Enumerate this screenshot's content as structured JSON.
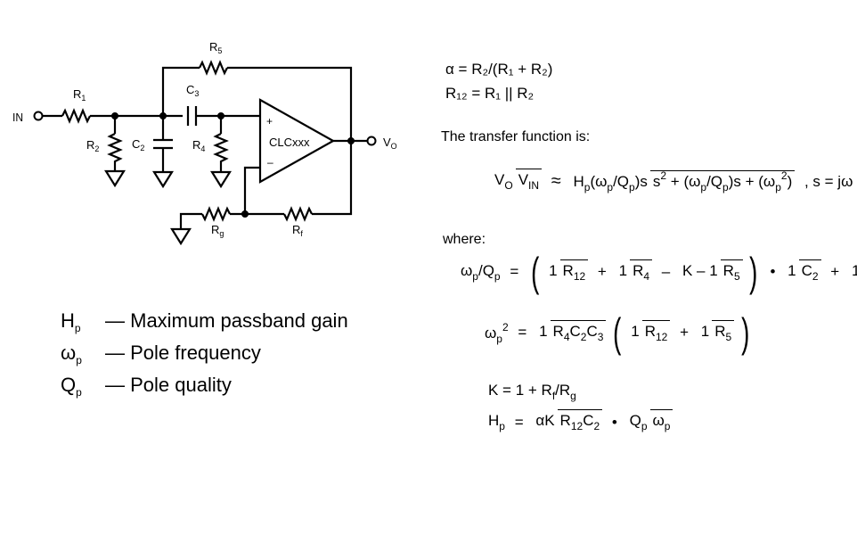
{
  "circuit": {
    "input_label": "IN",
    "output_label": "V",
    "output_sub": "O",
    "opamp_label": "CLCxxx",
    "opamp_plus": "+",
    "opamp_minus": "–",
    "components": {
      "R1": {
        "main": "R",
        "sub": "1"
      },
      "R2": {
        "main": "R",
        "sub": "2"
      },
      "C2": {
        "main": "C",
        "sub": "2"
      },
      "C3": {
        "main": "C",
        "sub": "3"
      },
      "R4": {
        "main": "R",
        "sub": "4"
      },
      "R5": {
        "main": "R",
        "sub": "5"
      },
      "Rg": {
        "main": "R",
        "sub": "g"
      },
      "Rf": {
        "main": "R",
        "sub": "f"
      }
    }
  },
  "legend": [
    {
      "sym": "H",
      "sub": "p",
      "desc": "— Maximum passband gain"
    },
    {
      "sym": "ω",
      "sub": "p",
      "desc": "— Pole frequency"
    },
    {
      "sym": "Q",
      "sub": "p",
      "desc": "— Pole quality"
    }
  ],
  "equations": {
    "alpha_def": "α = R₂/(R₁ + R₂)",
    "r12_def": "R₁₂ = R₁ || R₂",
    "transfer_intro": "The transfer function is:",
    "where": "where:",
    "s_def": ", s = jω",
    "k_def": "K = 1 + R_f/R_g"
  }
}
